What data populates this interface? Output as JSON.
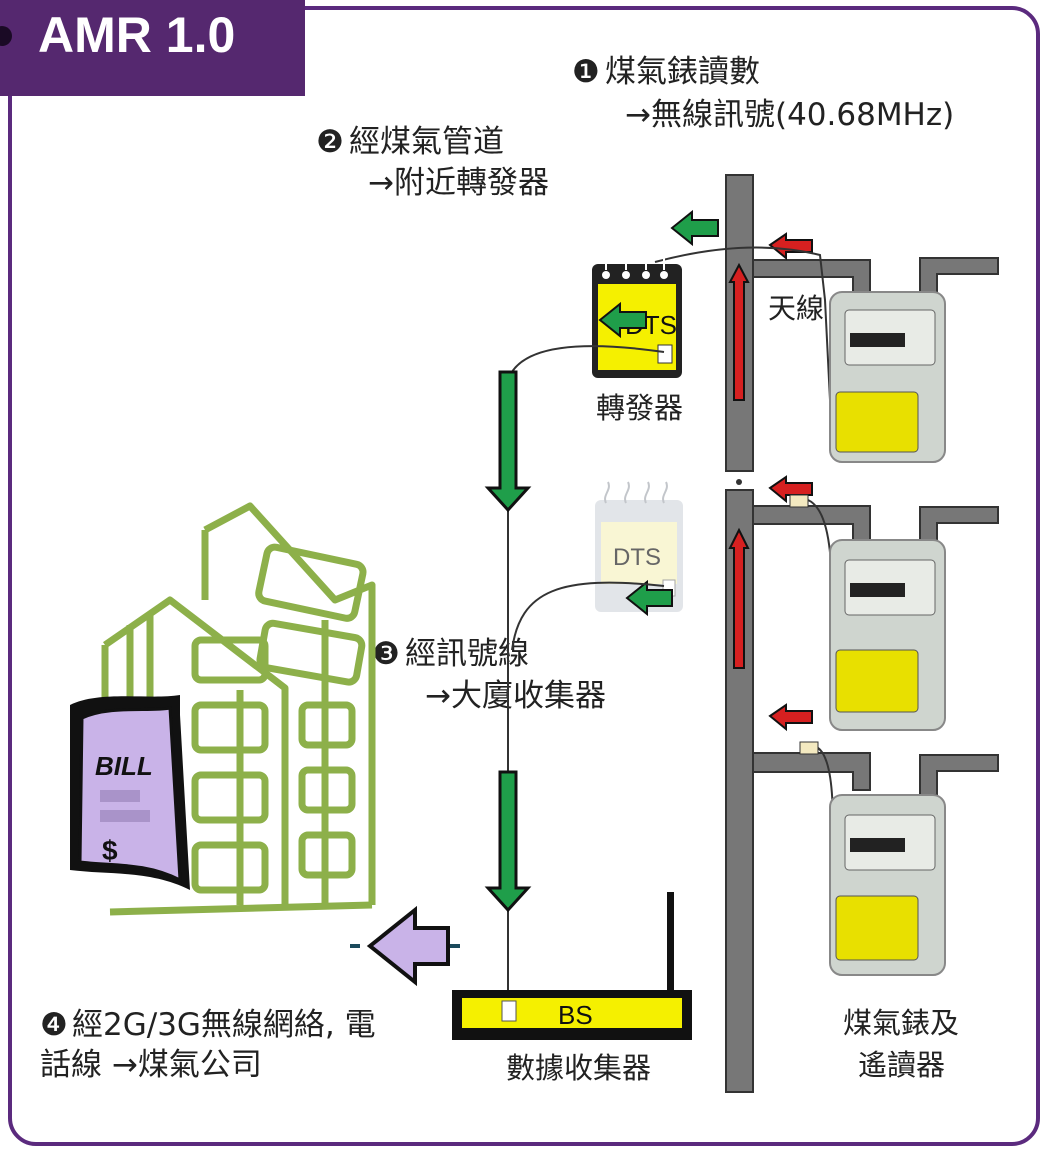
{
  "title": "AMR 1.0",
  "steps": [
    {
      "num": "❶",
      "line1": "煤氣錶讀數",
      "line2": "→無線訊號(40.68MHz)"
    },
    {
      "num": "❷",
      "line1": "經煤氣管道",
      "line2": "→附近轉發器"
    },
    {
      "num": "❸",
      "line1": "經訊號線",
      "line2": "→大廈收集器"
    },
    {
      "num": "❹",
      "line1": "經2G/3G無線網絡, 電",
      "line2": "話線 →煤氣公司"
    }
  ],
  "labels": {
    "antenna": "天線",
    "repeater": "轉發器",
    "dts_top": "DTS",
    "dts_box": "DTS",
    "bs": "BS",
    "collector": "數據收集器",
    "meters_line1": "煤氣錶及",
    "meters_line2": "遙讀器",
    "bill": "BILL",
    "dollar": "$"
  },
  "colors": {
    "frame": "#5b2a7e",
    "title_bg": "#55286f",
    "green_arrow": "#1f9e4a",
    "red_arrow": "#d62020",
    "yellow": "#f5f000",
    "building": "#8db04a",
    "bill": "#c9b3e8"
  }
}
